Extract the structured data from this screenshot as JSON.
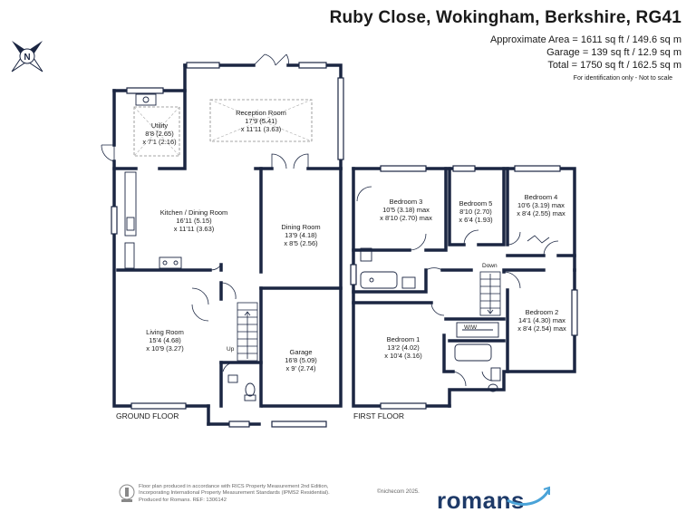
{
  "header": {
    "title": "Ruby Close, Wokingham, Berkshire, RG41",
    "approx_area": "Approximate Area = 1611 sq ft / 149.6 sq m",
    "garage_area": "Garage = 139 sq ft / 12.9 sq m",
    "total_area": "Total = 1750 sq ft / 162.5 sq m",
    "note": "For identification only - Not to scale"
  },
  "compass": {
    "north_label": "N",
    "icon": "compass-rose-icon"
  },
  "ground_floor": {
    "label": "GROUND FLOOR",
    "rooms": [
      {
        "id": "reception",
        "name": "Reception Room",
        "dim1": "17'9 (5.41)",
        "dim2": "x 11'11 (3.63)"
      },
      {
        "id": "utility",
        "name": "Utility",
        "dim1": "8'8 (2.65)",
        "dim2": "x 7'1 (2.16)"
      },
      {
        "id": "kitchen",
        "name": "Kitchen / Dining Room",
        "dim1": "16'11 (5.15)",
        "dim2": "x 11'11 (3.63)"
      },
      {
        "id": "dining",
        "name": "Dining Room",
        "dim1": "13'9 (4.18)",
        "dim2": "x 8'5 (2.56)"
      },
      {
        "id": "living",
        "name": "Living Room",
        "dim1": "15'4 (4.68)",
        "dim2": "x 10'9 (3.27)"
      },
      {
        "id": "garage",
        "name": "Garage",
        "dim1": "16'8 (5.09)",
        "dim2": "x 9' (2.74)"
      }
    ],
    "up_label": "Up"
  },
  "first_floor": {
    "label": "FIRST FLOOR",
    "rooms": [
      {
        "id": "bed3",
        "name": "Bedroom 3",
        "dim1": "10'5 (3.18) max",
        "dim2": "x 8'10 (2.70) max"
      },
      {
        "id": "bed5",
        "name": "Bedroom 5",
        "dim1": "8'10 (2.70)",
        "dim2": "x 6'4 (1.93)"
      },
      {
        "id": "bed4",
        "name": "Bedroom 4",
        "dim1": "10'6 (3.19) max",
        "dim2": "x 8'4 (2.55) max"
      },
      {
        "id": "bed2",
        "name": "Bedroom 2",
        "dim1": "14'1 (4.30) max",
        "dim2": "x 8'4 (2.54) max"
      },
      {
        "id": "bed1",
        "name": "Bedroom 1",
        "dim1": "13'2 (4.02)",
        "dim2": "x 10'4 (3.16)"
      }
    ],
    "down_label": "Down",
    "wiw_label": "WIW"
  },
  "footer": {
    "line1": "Floor plan produced in accordance with RICS Property Measurement 2nd Edition,",
    "line2": "Incorporating International Property Measurement Standards (IPMS2 Residential).",
    "line3": "Produced for Romans.    REF: 1306142",
    "copyright": "©nichecom 2025.",
    "brand": "romans"
  },
  "colors": {
    "wall": "#1b2642",
    "text": "#1a1a1a",
    "brand": "#1e3a68",
    "brand_accent": "#4aa3d8"
  }
}
